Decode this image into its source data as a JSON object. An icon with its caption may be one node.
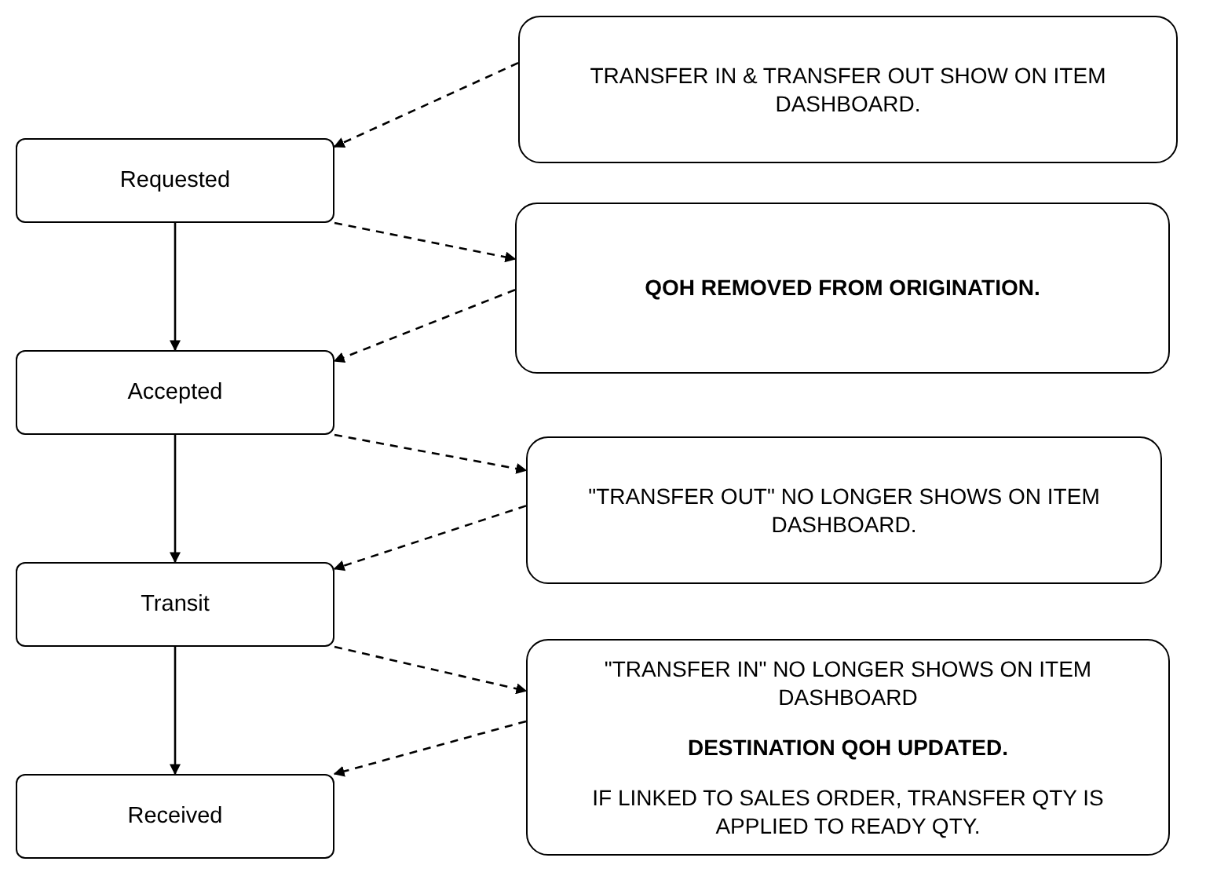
{
  "diagram": {
    "nodes": [
      {
        "text": [
          "Requested"
        ]
      },
      {
        "text": [
          "Accepted"
        ]
      },
      {
        "text": [
          "Transit"
        ]
      },
      {
        "text": [
          "Received"
        ]
      },
      {
        "text": [
          "TRANSFER IN & TRANSFER OUT SHOW ON ITEM DASHBOARD."
        ]
      },
      {
        "text": [
          "**QOH REMOVED FROM ORIGINATION.**"
        ]
      },
      {
        "text": [
          "\"TRANSFER OUT\" NO LONGER SHOWS ON ITEM DASHBOARD."
        ]
      },
      {
        "text": [
          "\"TRANSFER IN\" NO LONGER SHOWS ON ITEM DASHBOARD",
          "**DESTINATION QOH UPDATED.**",
          "IF LINKED TO SALES ORDER, TRANSFER QTY IS APPLIED TO READY QTY."
        ]
      }
    ],
    "edges": [
      {
        "from": 0,
        "to": 1,
        "arrow": "to"
      },
      {
        "from": 1,
        "to": 2,
        "arrow": "to"
      },
      {
        "from": 2,
        "to": 3,
        "arrow": "to"
      },
      {
        "from": 4,
        "to": 0,
        "arrow": "to",
        "style": "dashed"
      },
      {
        "from": 0,
        "to": 5,
        "arrow": "to",
        "style": "dashed"
      },
      {
        "from": 5,
        "to": 1,
        "arrow": "to",
        "style": "dashed"
      },
      {
        "from": 1,
        "to": 6,
        "arrow": "to",
        "style": "dashed"
      },
      {
        "from": 6,
        "to": 2,
        "arrow": "to",
        "style": "dashed"
      },
      {
        "from": 2,
        "to": 7,
        "arrow": "to",
        "style": "dashed"
      },
      {
        "from": 7,
        "to": 3,
        "arrow": "to",
        "style": "dashed"
      }
    ]
  }
}
